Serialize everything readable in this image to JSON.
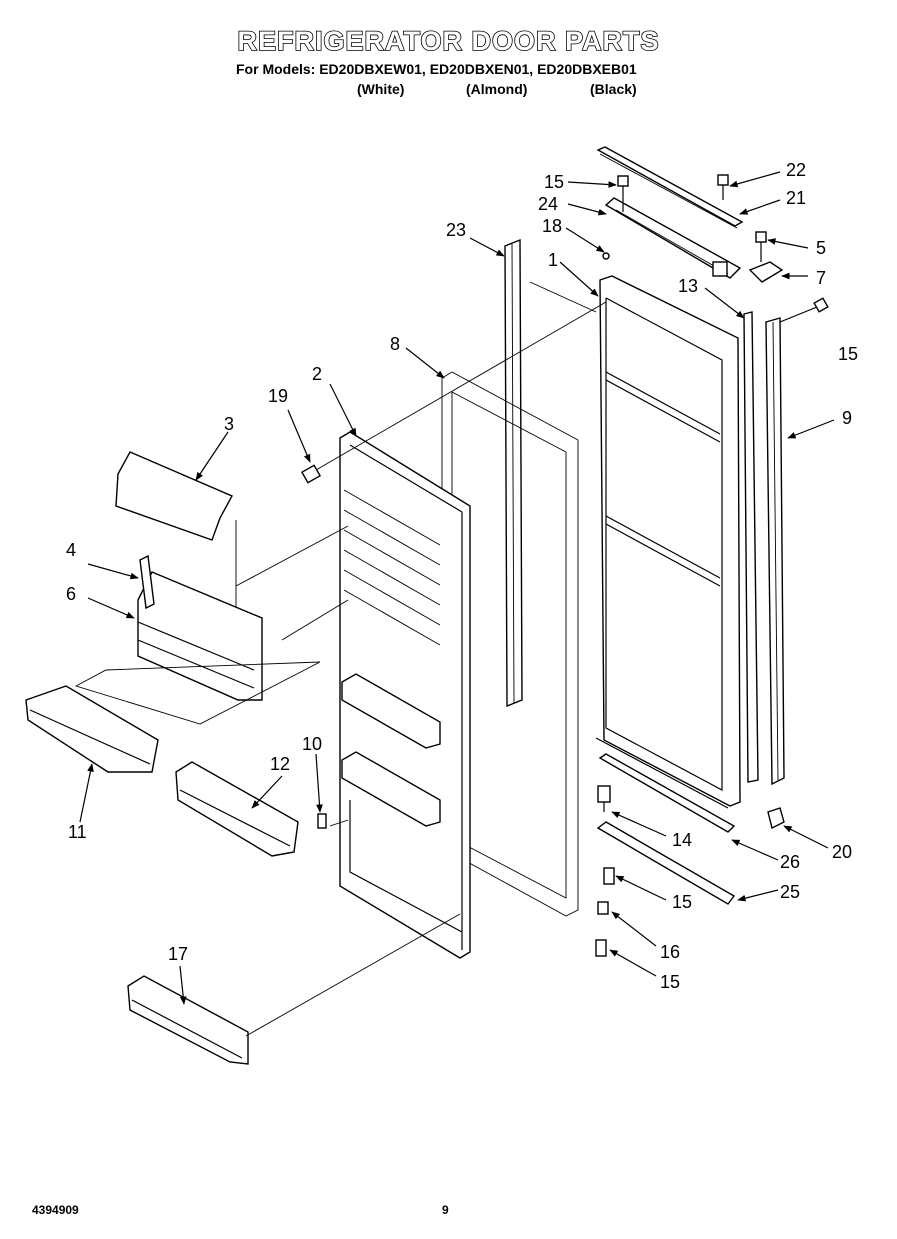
{
  "title": "REFRIGERATOR DOOR PARTS",
  "models_line": "For Models: ED20DBXEW01, ED20DBXEN01, ED20DBXEB01",
  "colors": [
    "(White)",
    "(Almond)",
    "(Black)"
  ],
  "footer": {
    "doc_number": "4394909",
    "page": "9"
  },
  "callouts": {
    "c1": "1",
    "c2": "2",
    "c3": "3",
    "c4": "4",
    "c5": "5",
    "c6": "6",
    "c7": "7",
    "c8": "8",
    "c9": "9",
    "c10": "10",
    "c11": "11",
    "c12": "12",
    "c13": "13",
    "c14": "14",
    "c15a": "15",
    "c15b": "15",
    "c15c": "15",
    "c15d": "15",
    "c16": "16",
    "c17": "17",
    "c18": "18",
    "c19": "19",
    "c20": "20",
    "c21": "21",
    "c22": "22",
    "c23": "23",
    "c24": "24",
    "c25": "25",
    "c26": "26"
  }
}
